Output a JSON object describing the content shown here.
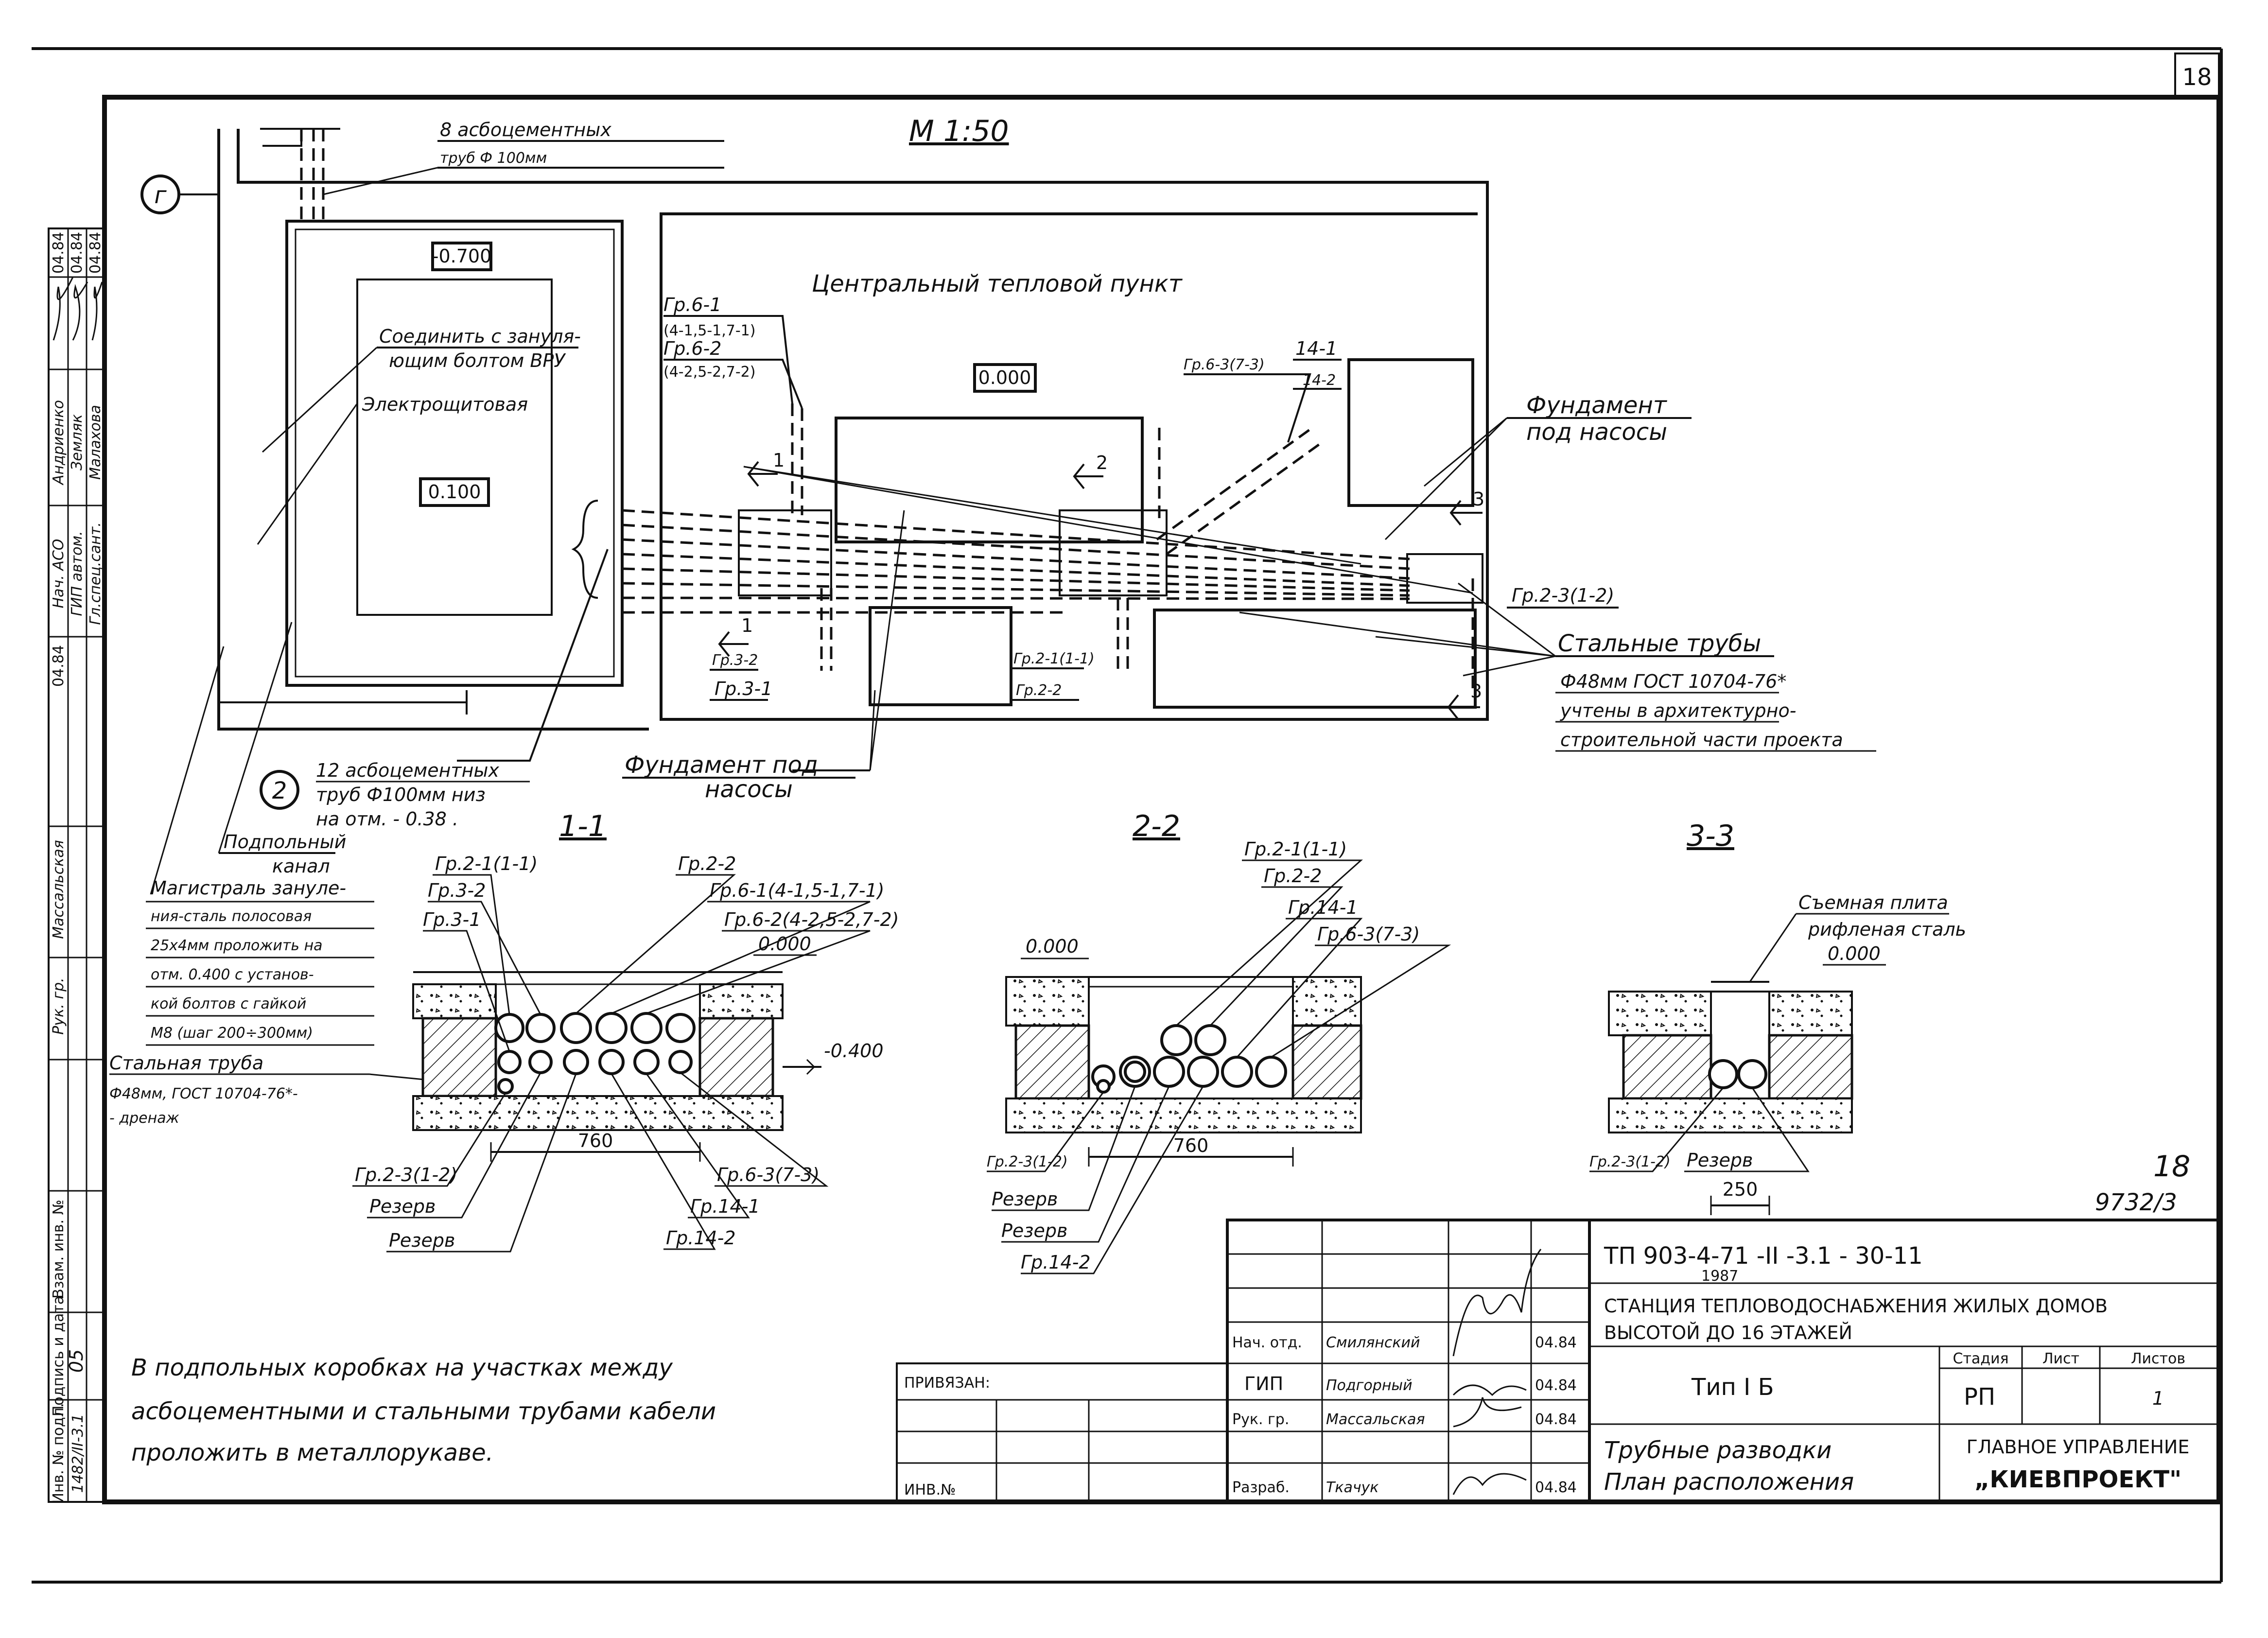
{
  "sheet": {
    "number": "18"
  },
  "scale": "М 1:50",
  "room_title": "Центральный тепловой пункт",
  "axes": {
    "g": "г",
    "two": "2"
  },
  "levels": {
    "l_minus_0700": "-0.700",
    "l_0000": "0.000",
    "l_0100": "0.100"
  },
  "plan_labels": {
    "asbest_top_1": "8 асбоцементных",
    "asbest_top_2": "труб Ф 100мм",
    "connect_1": "Соединить с зануля-",
    "connect_2": "ющим болтом ВРУ",
    "electro": "Электрощитовая",
    "gr61": "Гр.6-1",
    "gr61_sub": "(4-1,5-1,7-1)",
    "gr62": "Гр.6-2",
    "gr62_sub": "(4-2,5-2,7-2)",
    "gr141": "14-1",
    "gr142": "14-2",
    "gr63": "Гр.6-3(7-3)",
    "found_top_1": "Фундамент",
    "found_top_2": "под насосы",
    "gr23": "Гр.2-3(1-2)",
    "steel_1": "Стальные трубы",
    "steel_2": "Ф48мм ГОСТ 10704-76*",
    "steel_3": "учтены в архитектурно-",
    "steel_4": "строительной части проекта",
    "gr32": "Гр.3-2",
    "gr31": "Гр.3-1",
    "gr21": "Гр.2-1(1-1)",
    "gr22": "Гр.2-2",
    "found_bot_1": "Фундамент под",
    "found_bot_2": "насосы",
    "asbest_bot_1": "12 асбоцементных",
    "asbest_bot_2": "труб Ф100мм низ",
    "asbest_bot_3": "на отм. - 0.38 .",
    "channel_1": "Подпольный",
    "channel_2": "канал",
    "magistral_1": "Магистраль зануле-",
    "magistral_2": "ния-сталь полосовая",
    "magistral_3": "25х4мм проложить на",
    "magistral_4": "отм. 0.400 с установ-",
    "magistral_5": "кой болтов с гайкой",
    "magistral_6": "М8 (шаг 200÷300мм)",
    "drain_1": "Стальная труба",
    "drain_2": "Ф48мм, ГОСТ 10704-76*-",
    "drain_3": "- дренаж",
    "sec_marks": {
      "s1": "1",
      "s2": "2",
      "s3": "3"
    }
  },
  "sections": {
    "s11": {
      "title": "1-1",
      "l_gr21": "Гр.2-1(1-1)",
      "l_gr32": "Гр.3-2",
      "l_gr31": "Гр.3-1",
      "l_gr22": "Гр.2-2",
      "l_gr61": "Гр.6-1(4-1,5-1,7-1)",
      "l_gr62": "Гр.6-2(4-2,5-2,7-2)",
      "l_0000": "0.000",
      "l_0400": "-0.400",
      "l_gr23": "Гр.2-3(1-2)",
      "l_rez1": "Резерв",
      "l_rez2": "Резерв",
      "l_gr63": "Гр.6-3(7-3)",
      "l_gr141": "Гр.14-1",
      "l_gr142": "Гр.14-2",
      "dim": "760"
    },
    "s22": {
      "title": "2-2",
      "l_0000": "0.000",
      "l_gr21": "Гр.2-1(1-1)",
      "l_gr22": "Гр.2-2",
      "l_gr141": "Гр.14-1",
      "l_gr63": "Гр.6-3(7-3)",
      "l_gr23": "Гр.2-3(1-2)",
      "l_rez1": "Резерв",
      "l_rez2": "Резерв",
      "l_gr142": "Гр.14-2",
      "dim": "760"
    },
    "s33": {
      "title": "3-3",
      "l_plate1": "Съемная плита",
      "l_plate2": "рифленая сталь",
      "l_0000": "0.000",
      "l_gr23": "Гр.2-3(1-2)",
      "l_rez": "Резерв",
      "dim": "250"
    }
  },
  "note": {
    "line1": "В подпольных коробках на участках между",
    "line2": "асбоцементными и стальными трубами кабели",
    "line3": "проложить в металлорукаве."
  },
  "left_strip": {
    "r1": [
      "Андриенко",
      "04.84"
    ],
    "r2": [
      "Земляк",
      "04.84"
    ],
    "r3": [
      "Малахова",
      "04.84"
    ],
    "p1": "Нач. АСО",
    "p2": "ГИП автом.",
    "p3": "Гл.спец.сант.",
    "p4": "Рук. гр.",
    "p5": "Массальская",
    "p6": "04.84",
    "inv_label": "Инв. № подл.",
    "podp_label": "Подпись и дата",
    "vzam_label": "Взам. инв. №",
    "inv_no": "1482/II-3.1",
    "inv_date": "05"
  },
  "ref": {
    "top": "18",
    "bottom": "9732/3"
  },
  "title_block": {
    "privyazan": "ПРИВЯЗАН:",
    "inv": "ИНВ.№",
    "code": "ТП  903-4-71  -II -3.1 - 30-11",
    "year": "1987",
    "project_1": "СТАНЦИЯ  ТЕПЛОВОДОСНАБЖЕНИЯ  ЖИЛЫХ  ДОМОВ",
    "project_2": "ВЫСОТОЙ  ДО  16  ЭТАЖЕЙ",
    "type": "Тип I Б",
    "sheet_title_1": "Трубные разводки",
    "sheet_title_2": "План расположения",
    "stage_h": "Стадия",
    "list_h": "Лист",
    "lists_h": "Листов",
    "stage_v": "РП",
    "lists_v": "1",
    "org_1": "ГЛАВНОЕ УПРАВЛЕНИЕ",
    "org_2": "„КИЕВПРОЕКТ\"",
    "people": [
      {
        "role": "Нач. отд.",
        "name": "Смилянский",
        "date": "04.84"
      },
      {
        "role": "ГИП",
        "name": "Подгорный",
        "date": "04.84"
      },
      {
        "role": "Рук. гр.",
        "name": "Массальская",
        "date": "04.84"
      },
      {
        "role": "Разраб.",
        "name": "Ткачук",
        "date": "04.84"
      }
    ]
  }
}
